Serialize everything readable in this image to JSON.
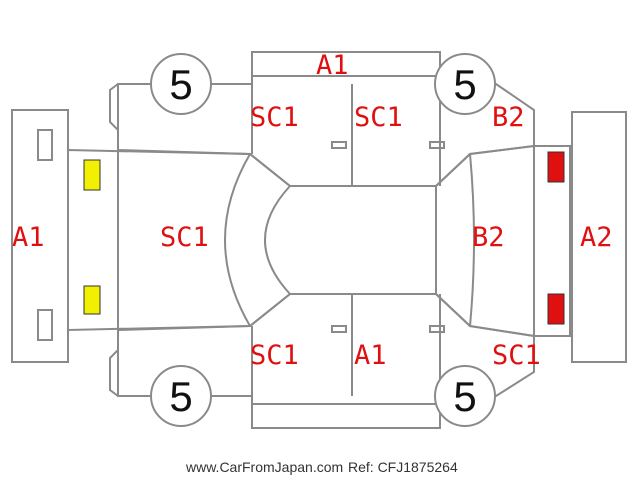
{
  "diagram": {
    "tire_value": "5",
    "codes": {
      "roof_top": "A1",
      "front_left_door": "SC1",
      "rear_left_door": "SC1",
      "left_rear_corner": "B2",
      "rear_bumper": "A1",
      "hood": "SC1",
      "tailgate": "B2",
      "front_bumper": "A2",
      "front_right_door": "SC1",
      "rear_right_door": "A1",
      "right_rear_corner": "SC1"
    },
    "marker_colors": {
      "rear_lights": "#f2ef00",
      "front_lights": "#e01010"
    }
  },
  "footer": {
    "site": "www.CarFromJapan.com",
    "ref": "Ref: CFJ1875264"
  }
}
